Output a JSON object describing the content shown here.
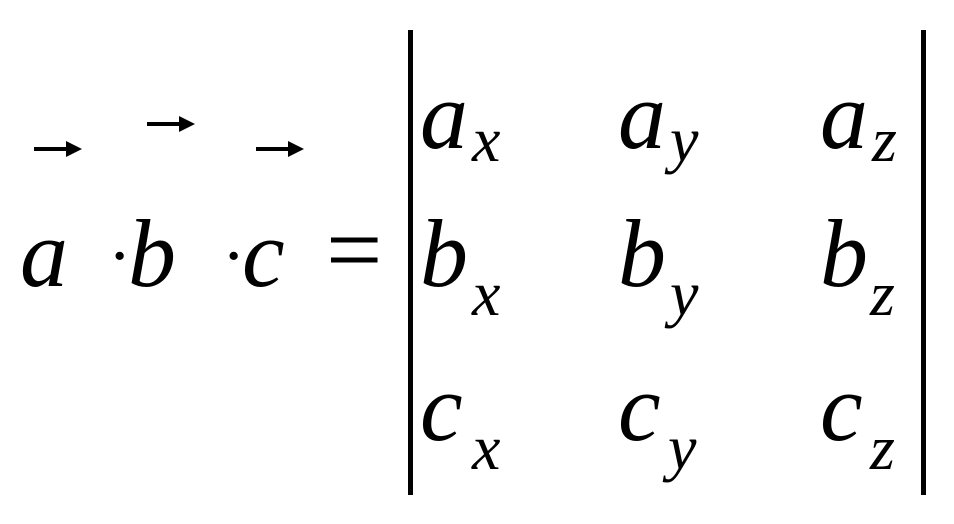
{
  "lhs": {
    "vectors": [
      "a",
      "b",
      "c"
    ],
    "dot_operator": "·",
    "equals": "="
  },
  "matrix": {
    "rows": [
      [
        {
          "base": "a",
          "sub": "x"
        },
        {
          "base": "a",
          "sub": "y"
        },
        {
          "base": "a",
          "sub": "z"
        }
      ],
      [
        {
          "base": "b",
          "sub": "x"
        },
        {
          "base": "b",
          "sub": "y"
        },
        {
          "base": "b",
          "sub": "z"
        }
      ],
      [
        {
          "base": "c",
          "sub": "x"
        },
        {
          "base": "c",
          "sub": "y"
        },
        {
          "base": "c",
          "sub": "z"
        }
      ]
    ]
  }
}
